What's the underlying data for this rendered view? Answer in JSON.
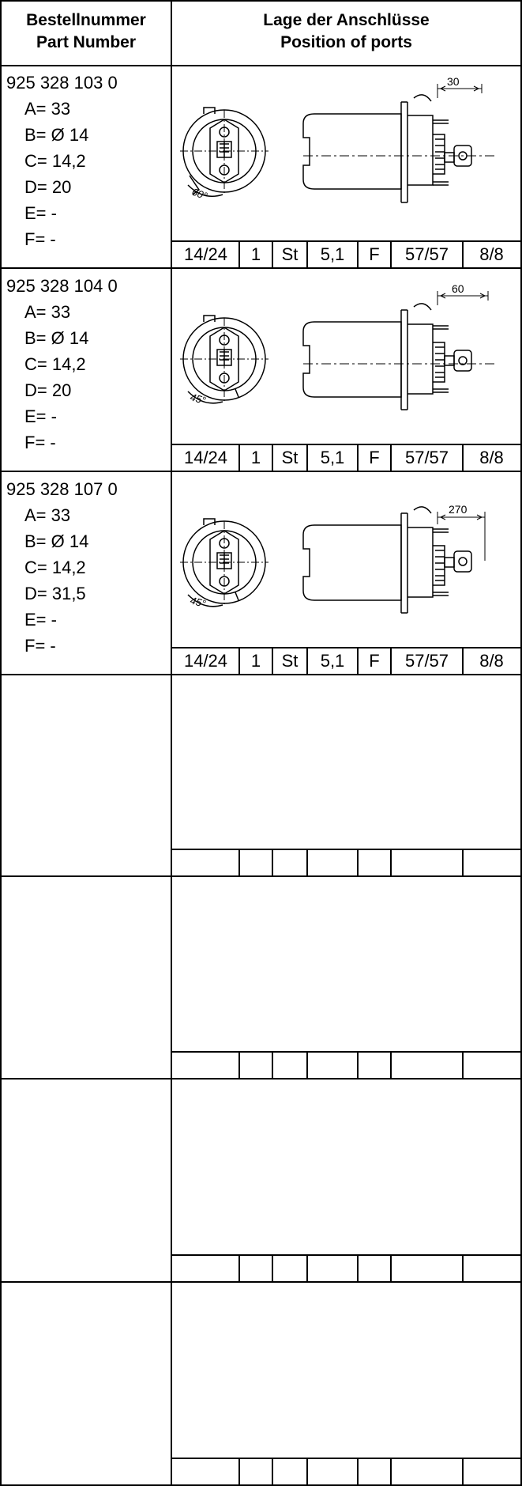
{
  "header": {
    "col1_line1": "Bestellnummer",
    "col1_line2": "Part Number",
    "col2_line1": "Lage der Anschlüsse",
    "col2_line2": "Position of ports"
  },
  "rows": [
    {
      "part_number": "925 328 103 0",
      "A": "A= 33",
      "B": "B= Ø 14",
      "C": "C= 14,2",
      "D": "D= 20",
      "E": "E= -",
      "F": "F= -",
      "angle": "60°",
      "dimension": "30",
      "cells": [
        "14/24",
        "1",
        "St",
        "5,1",
        "F",
        "57/57",
        "8/8"
      ]
    },
    {
      "part_number": "925 328 104 0",
      "A": "A= 33",
      "B": "B= Ø 14",
      "C": "C= 14,2",
      "D": "D= 20",
      "E": "E= -",
      "F": "F= -",
      "angle": "45°",
      "dimension": "60",
      "cells": [
        "14/24",
        "1",
        "St",
        "5,1",
        "F",
        "57/57",
        "8/8"
      ]
    },
    {
      "part_number": "925 328 107 0",
      "A": "A= 33",
      "B": "B= Ø 14",
      "C": "C= 14,2",
      "D": "D= 31,5",
      "E": "E= -",
      "F": "F= -",
      "angle": "45°",
      "dimension": "270",
      "cells": [
        "14/24",
        "1",
        "St",
        "5,1",
        "F",
        "57/57",
        "8/8"
      ]
    }
  ]
}
